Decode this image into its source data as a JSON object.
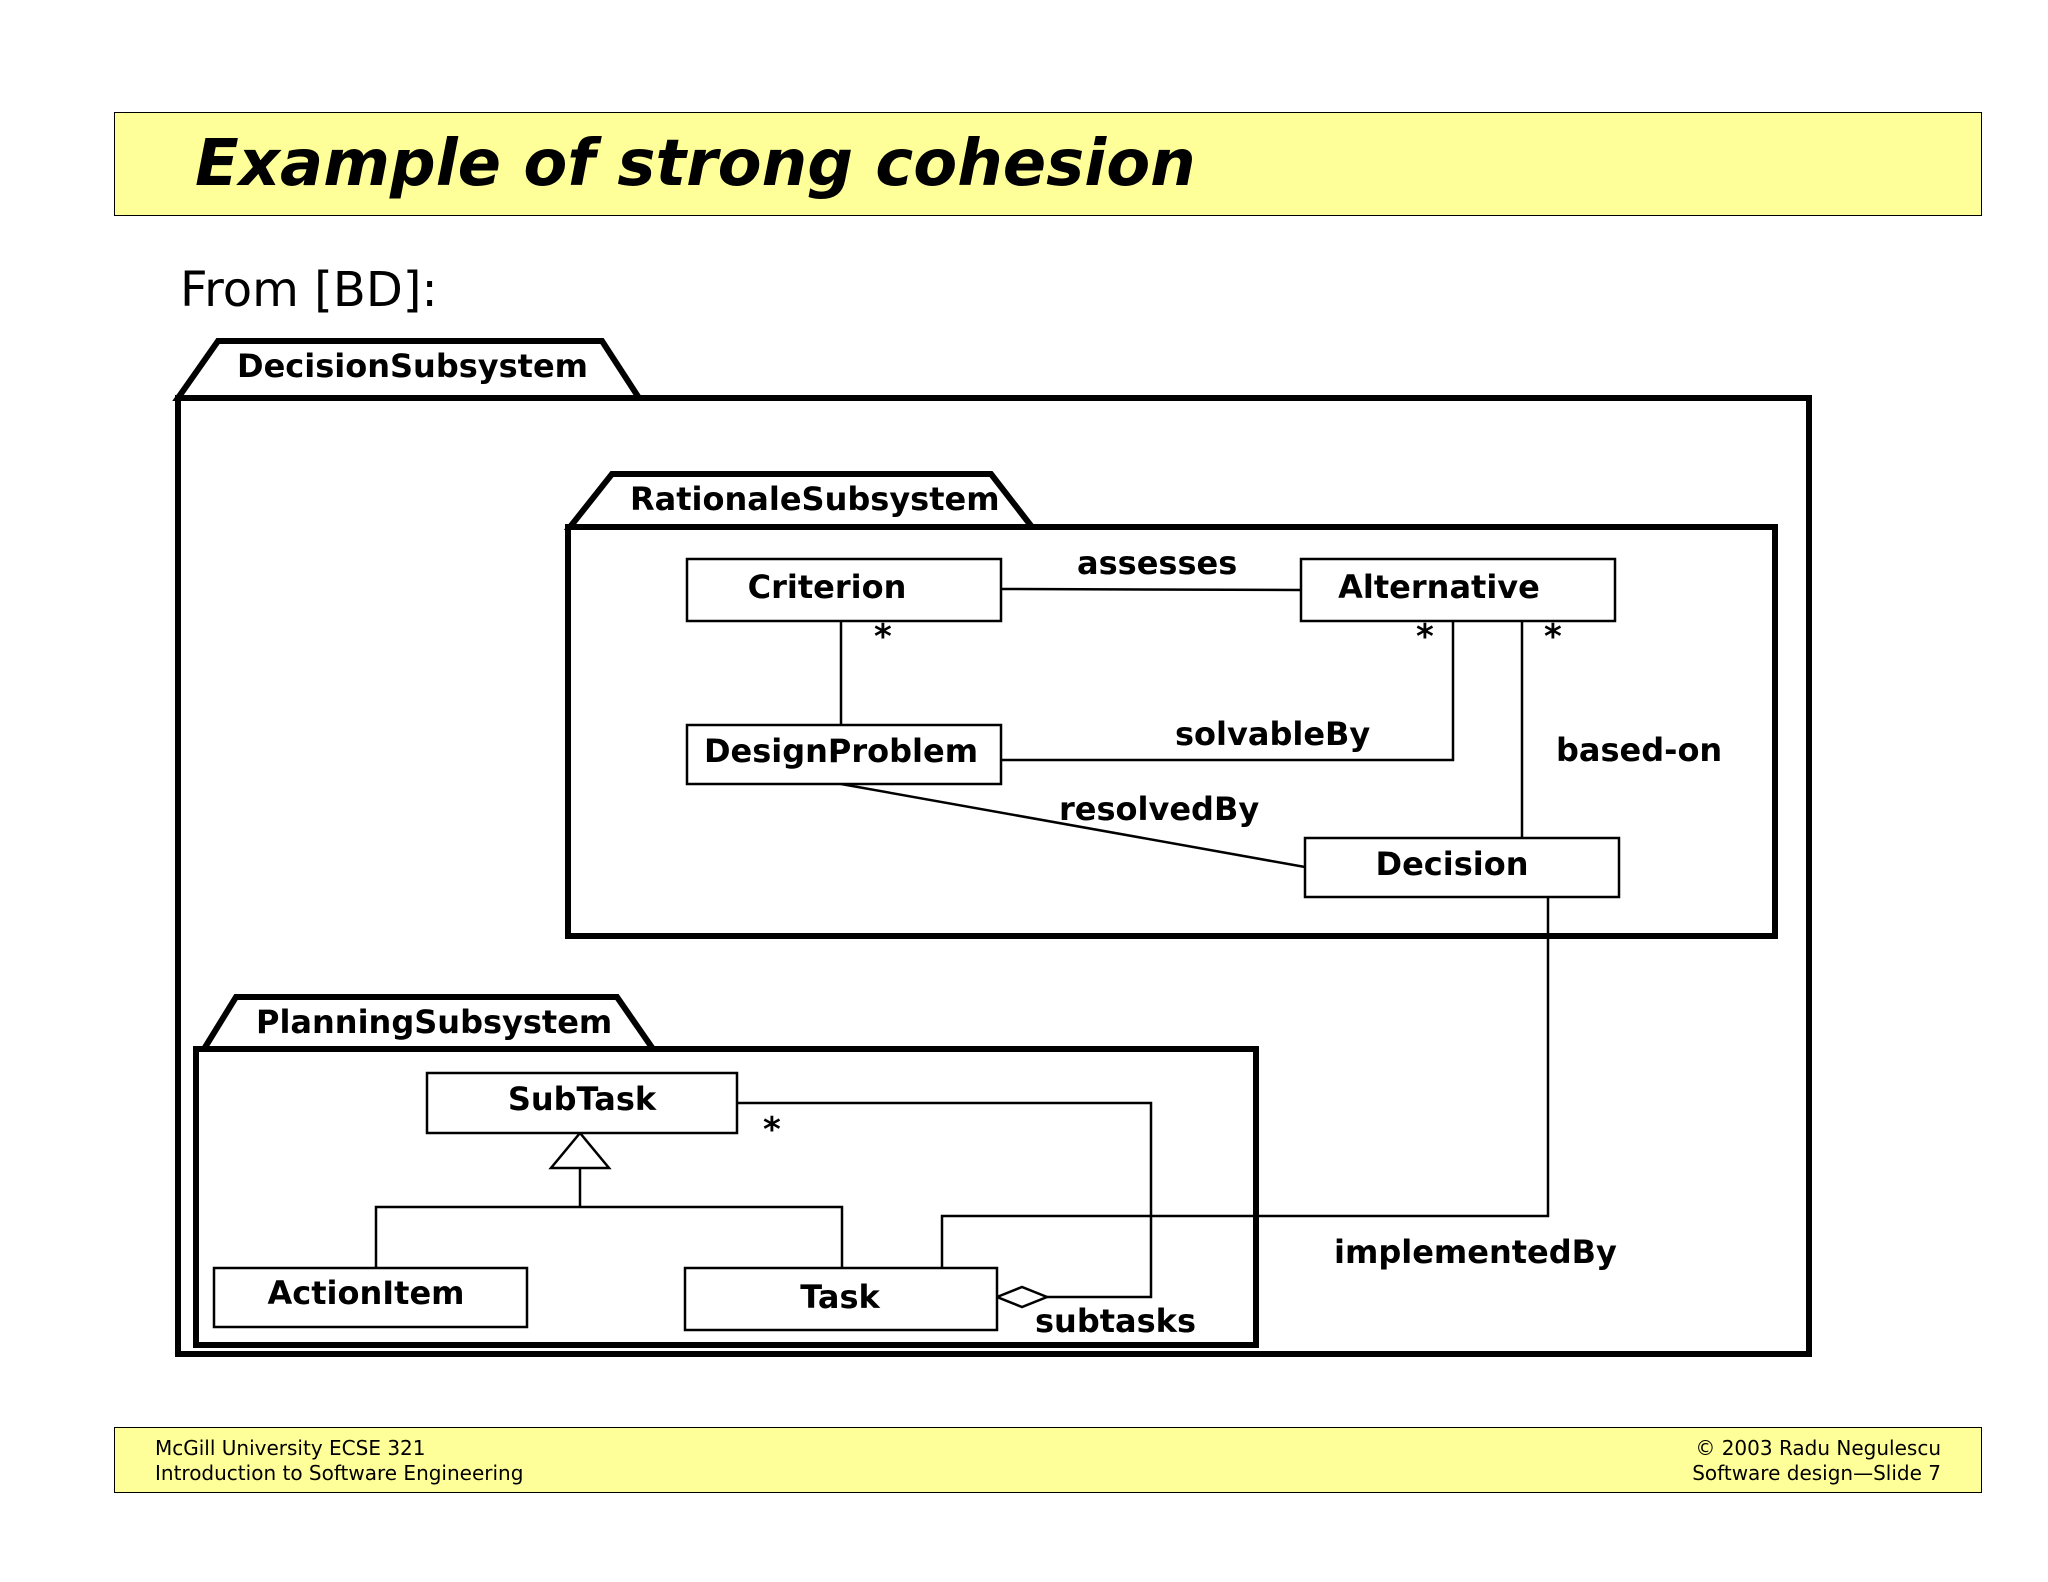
{
  "slide": {
    "title": "Example of strong cohesion",
    "subtitle": "From [BD]:"
  },
  "packages": {
    "decision": "DecisionSubsystem",
    "rationale": "RationaleSubsystem",
    "planning": "PlanningSubsystem"
  },
  "classes": {
    "criterion": "Criterion",
    "alternative": "Alternative",
    "design_problem": "DesignProblem",
    "decision": "Decision",
    "subtask": "SubTask",
    "action_item": "ActionItem",
    "task": "Task"
  },
  "associations": {
    "assesses": "assesses",
    "solvable_by": "solvableBy",
    "based_on": "based-on",
    "resolved_by": "resolvedBy",
    "implemented_by": "implementedBy",
    "subtasks": "subtasks"
  },
  "multiplicities": {
    "many": "*"
  },
  "footer": {
    "left_line1": "McGill University ECSE 321",
    "left_line2": "Introduction to Software Engineering",
    "right_line1": "© 2003 Radu Negulescu",
    "right_line2": "Software design—Slide 7"
  },
  "colors": {
    "title_background": "#ffff99",
    "line": "#000000"
  }
}
